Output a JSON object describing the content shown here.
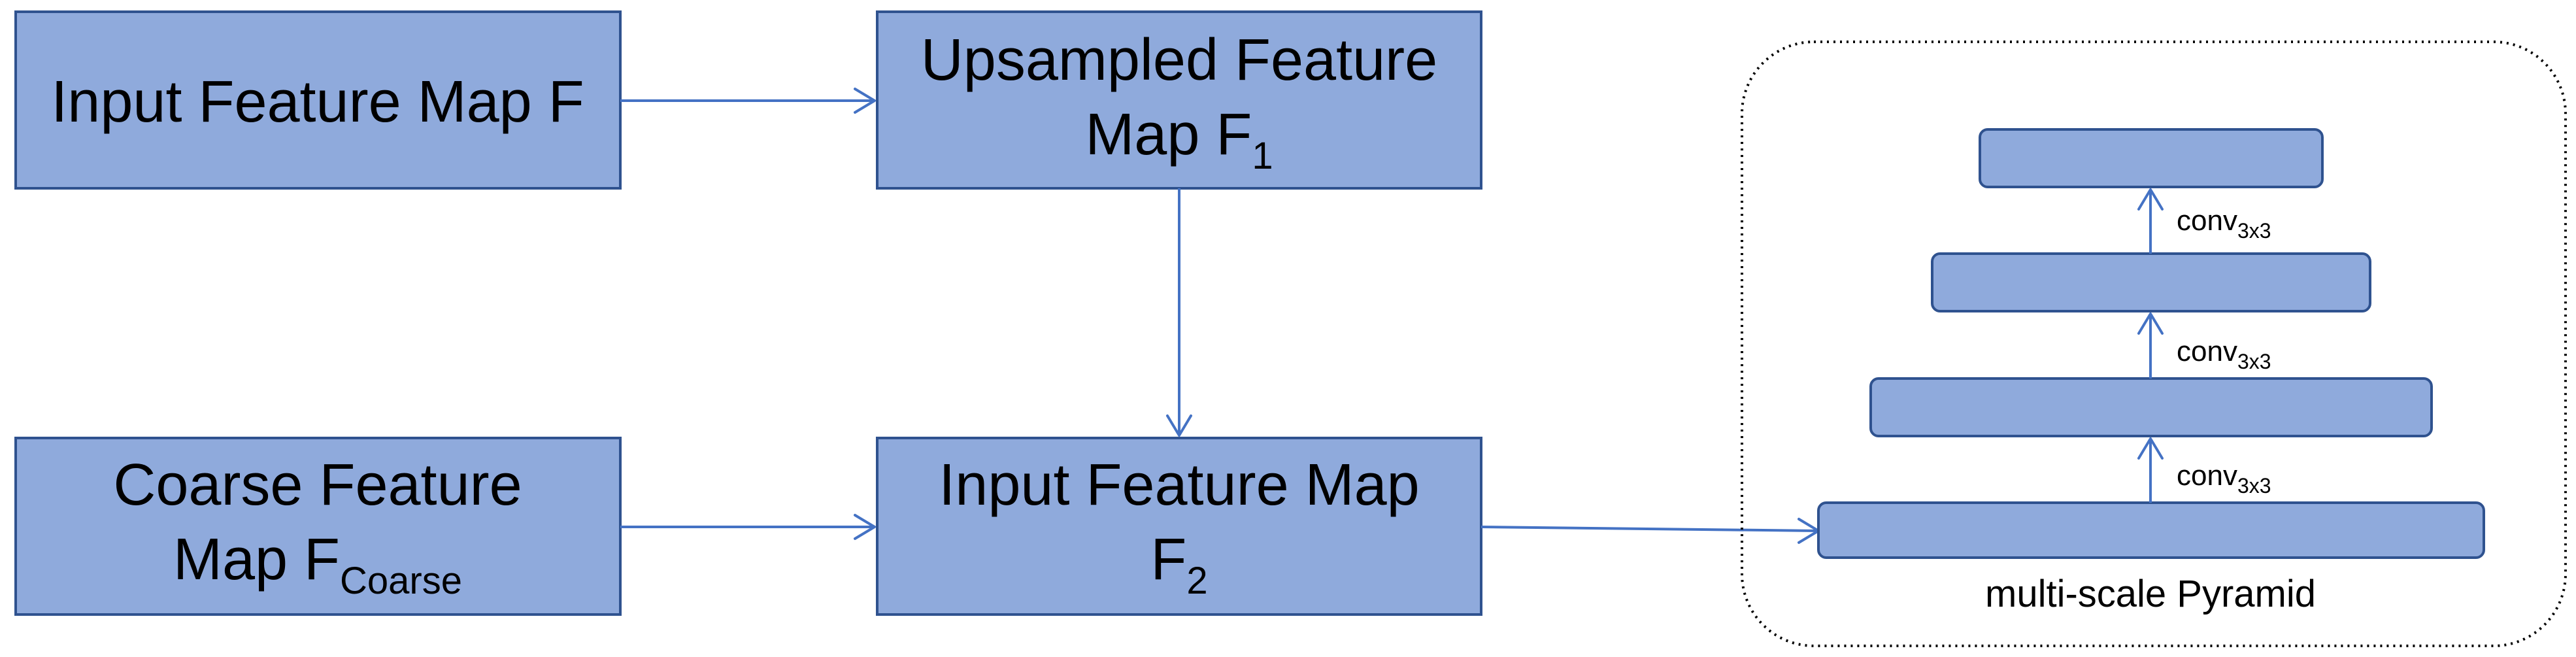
{
  "boxes": {
    "input_f": {
      "text": "Input Feature Map F"
    },
    "upsampled": {
      "line1": "Upsampled Feature",
      "line2": "Map F",
      "line2_sub": "1"
    },
    "coarse": {
      "line1": "Coarse Feature",
      "line2": "Map F",
      "line2_sub": "Coarse"
    },
    "input_f2": {
      "line1": "Input Feature Map",
      "line2": "F",
      "line2_sub": "2"
    }
  },
  "pyramid": {
    "caption": "multi-scale Pyramid",
    "conv_label": "conv",
    "conv_sub": "3x3"
  }
}
